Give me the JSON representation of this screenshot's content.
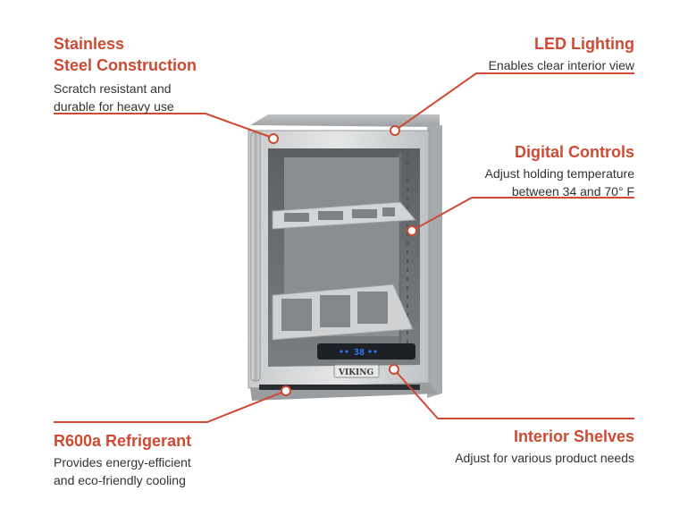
{
  "callouts": {
    "steel": {
      "title_line1": "Stainless",
      "title_line2": "Steel Construction",
      "desc_line1": "Scratch resistant and",
      "desc_line2": "durable for heavy use"
    },
    "led": {
      "title": "LED Lighting",
      "desc": "Enables clear interior view"
    },
    "digital": {
      "title": "Digital Controls",
      "desc_line1": "Adjust holding temperature",
      "desc_line2": "between 34 and 70° F"
    },
    "refrigerant": {
      "title": "R600a Refrigerant",
      "desc_line1": "Provides energy-efficient",
      "desc_line2": "and eco-friendly cooling"
    },
    "shelves": {
      "title": "Interior Shelves",
      "desc": "Adjust for various product needs"
    }
  },
  "product": {
    "brand": "VIKING",
    "display_readout": "38"
  },
  "colors": {
    "accent": "#cf4a33",
    "text": "#333333",
    "display": "#2e7bff"
  }
}
